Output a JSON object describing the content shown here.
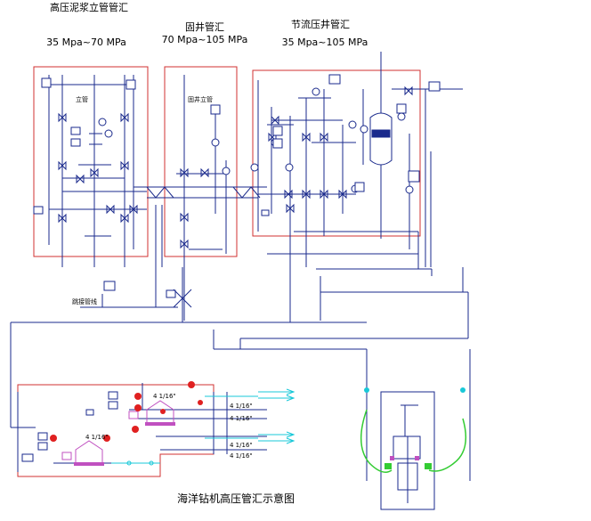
{
  "headers": {
    "standpipe": {
      "title": "高压泥浆立管管汇",
      "pressure": "35 Mpa~70 MPa"
    },
    "cementing": {
      "title": "固井管汇",
      "pressure": "70 Mpa~105 MPa"
    },
    "choke": {
      "title": "节流压井管汇",
      "pressure": "35 Mpa~105 MPa"
    }
  },
  "labels": {
    "standpipe": "立管",
    "cementing_standpipe": "固井立管",
    "jumper_line": "跳接管线",
    "pipe_size": "4 1/16\""
  },
  "caption": "海洋钻机高压管汇示意图",
  "colors": {
    "line": "#1a2a8c",
    "frame": "#d03030",
    "accent_green": "#33cc33",
    "accent_cyan": "#18c8d8",
    "accent_magenta": "#c050c0",
    "accent_red": "#e02020"
  }
}
